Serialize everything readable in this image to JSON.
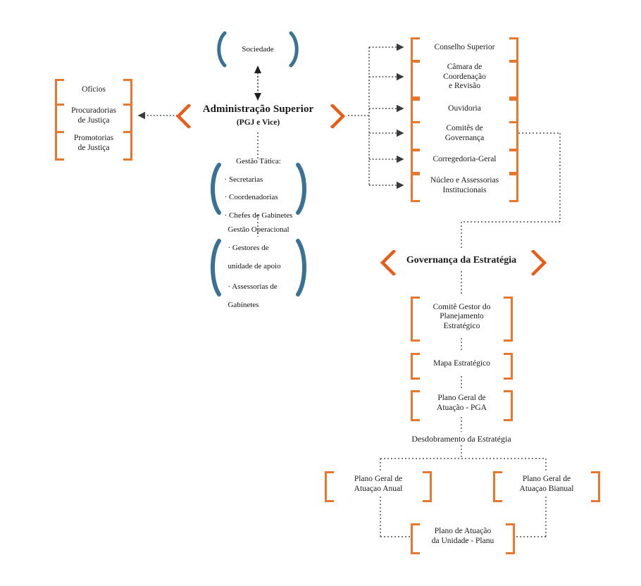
{
  "diagram": {
    "title": "Estrutura de Governanca - Administracao Superior",
    "colors": {
      "bracket_orange": "#E8762C",
      "chevron_orange": "#EA5B16",
      "paren_blue": "#3A7296",
      "connector_gray": "#4d4d4d",
      "text": "#1a1a1a",
      "background": "#ffffff"
    }
  },
  "center": {
    "sociedade": "Sociedade",
    "admin_title": "Administração Superior",
    "admin_subtitle": "(PGJ e Vice)",
    "gestao_tatica": "Gestão Tática:",
    "gestao_tatica_items": [
      "· Secretarias",
      "· Coordenadorias",
      "· Chefes de Gabinetes"
    ],
    "gestao_operacional": "Gestão Operacional",
    "gestao_operacional_items": [
      "· Gestores de",
      "unidade de apoio",
      "· Assessorias de",
      "Gabinetes"
    ]
  },
  "left_column": {
    "items": [
      {
        "label": "Ofícios"
      },
      {
        "label": "Procuradorias\nde Justiça"
      },
      {
        "label": "Promotorias\nde Justiça"
      }
    ]
  },
  "right_column": {
    "items": [
      {
        "label": "Conselho Superior"
      },
      {
        "label": "Câmara de\nCoordenação\ne Revisão"
      },
      {
        "label": "Ouvidoria"
      },
      {
        "label": "Comitês de\nGovernança"
      },
      {
        "label": "Corregedoria-Geral"
      },
      {
        "label": "Núcleo e Assessorias\nInstitucionais"
      }
    ]
  },
  "governanca": {
    "title": "Governança da Estratégia",
    "items": [
      {
        "label": "Comitê Gestor do\nPlanejamento\nEstratégico"
      },
      {
        "label": "Mapa Estratégico"
      },
      {
        "label": "Plano Geral de\nAtuação - PGA"
      }
    ],
    "desdobramento_label": "Desdobramento da Estratégia",
    "plans": [
      {
        "label": "Plano Geral de\nAtuaçao Anual"
      },
      {
        "label": "Plano Geral de\nAtuaçao Bianual"
      }
    ],
    "unit_plan": {
      "label": "Plano de Atuação\nda Unidade - Planu"
    }
  }
}
